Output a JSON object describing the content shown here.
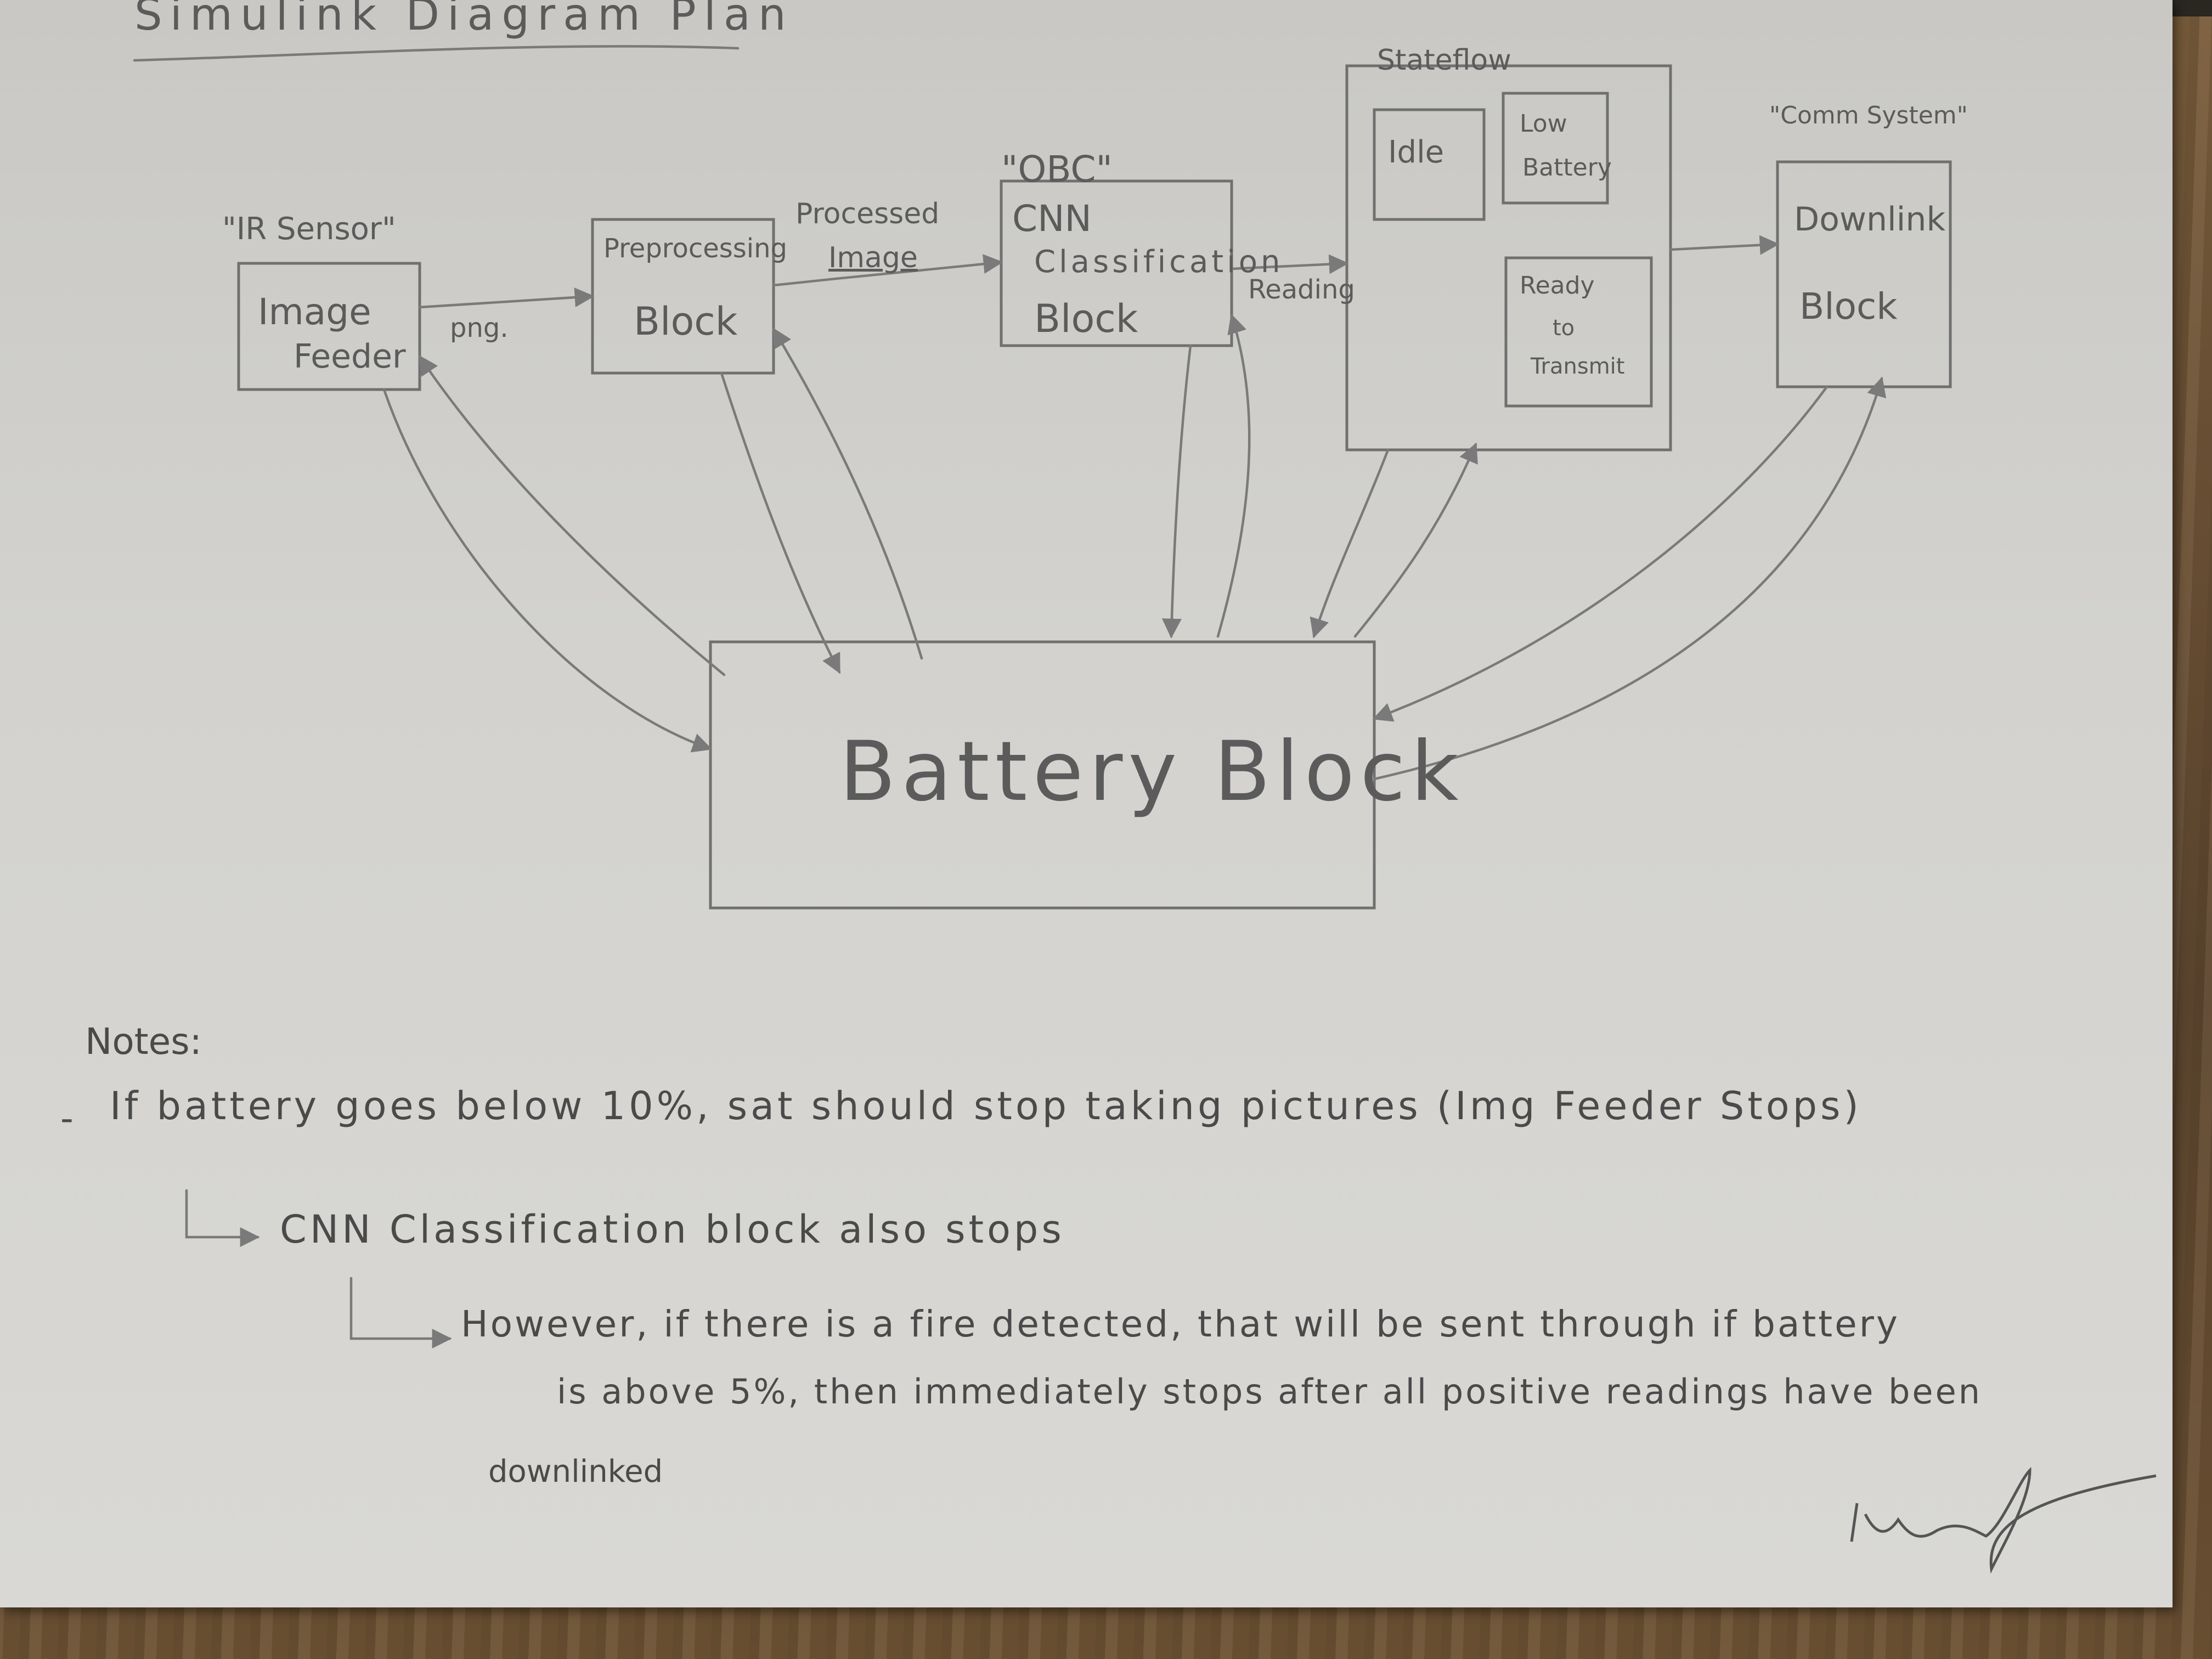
{
  "page": {
    "title": "Simulink Diagram Plan"
  },
  "blocks": {
    "image_feeder": {
      "tag": "\"IR Sensor\"",
      "label_line1": "Image",
      "label_line2": "Feeder"
    },
    "preprocessing": {
      "label_line1": "Preprocessing",
      "label_line2": "Block"
    },
    "cnn": {
      "tag": "\"OBC\"",
      "label_line1": "CNN",
      "label_line2": "Classification",
      "label_line3": "Block"
    },
    "stateflow": {
      "tag": "Stateflow",
      "states": {
        "idle": "Idle",
        "low_battery_1": "Low",
        "low_battery_2": "Battery",
        "ready_1": "Ready",
        "ready_2": "to",
        "ready_3": "Transmit"
      }
    },
    "downlink": {
      "tag": "\"Comm System\"",
      "label_line1": "Downlink",
      "label_line2": "Block"
    },
    "battery": {
      "label": "Battery Block"
    }
  },
  "edges": {
    "feeder_to_pre": "png.",
    "pre_to_cnn_1": "Processed",
    "pre_to_cnn_2": "Image",
    "cnn_to_stateflow": "Reading"
  },
  "notes": {
    "heading": "Notes:",
    "line1": "If battery goes below 10%, sat should stop taking pictures (Img Feeder Stops)",
    "line2": "CNN Classification block also stops",
    "line3a": "However, if there is a fire detected, that will be sent through if battery",
    "line3b": "is above 5%, then immediately stops after all positive readings have been",
    "line3c": "downlinked"
  },
  "colors": {
    "ink": "#5b5b5b",
    "paper": "#d3d2ce"
  }
}
